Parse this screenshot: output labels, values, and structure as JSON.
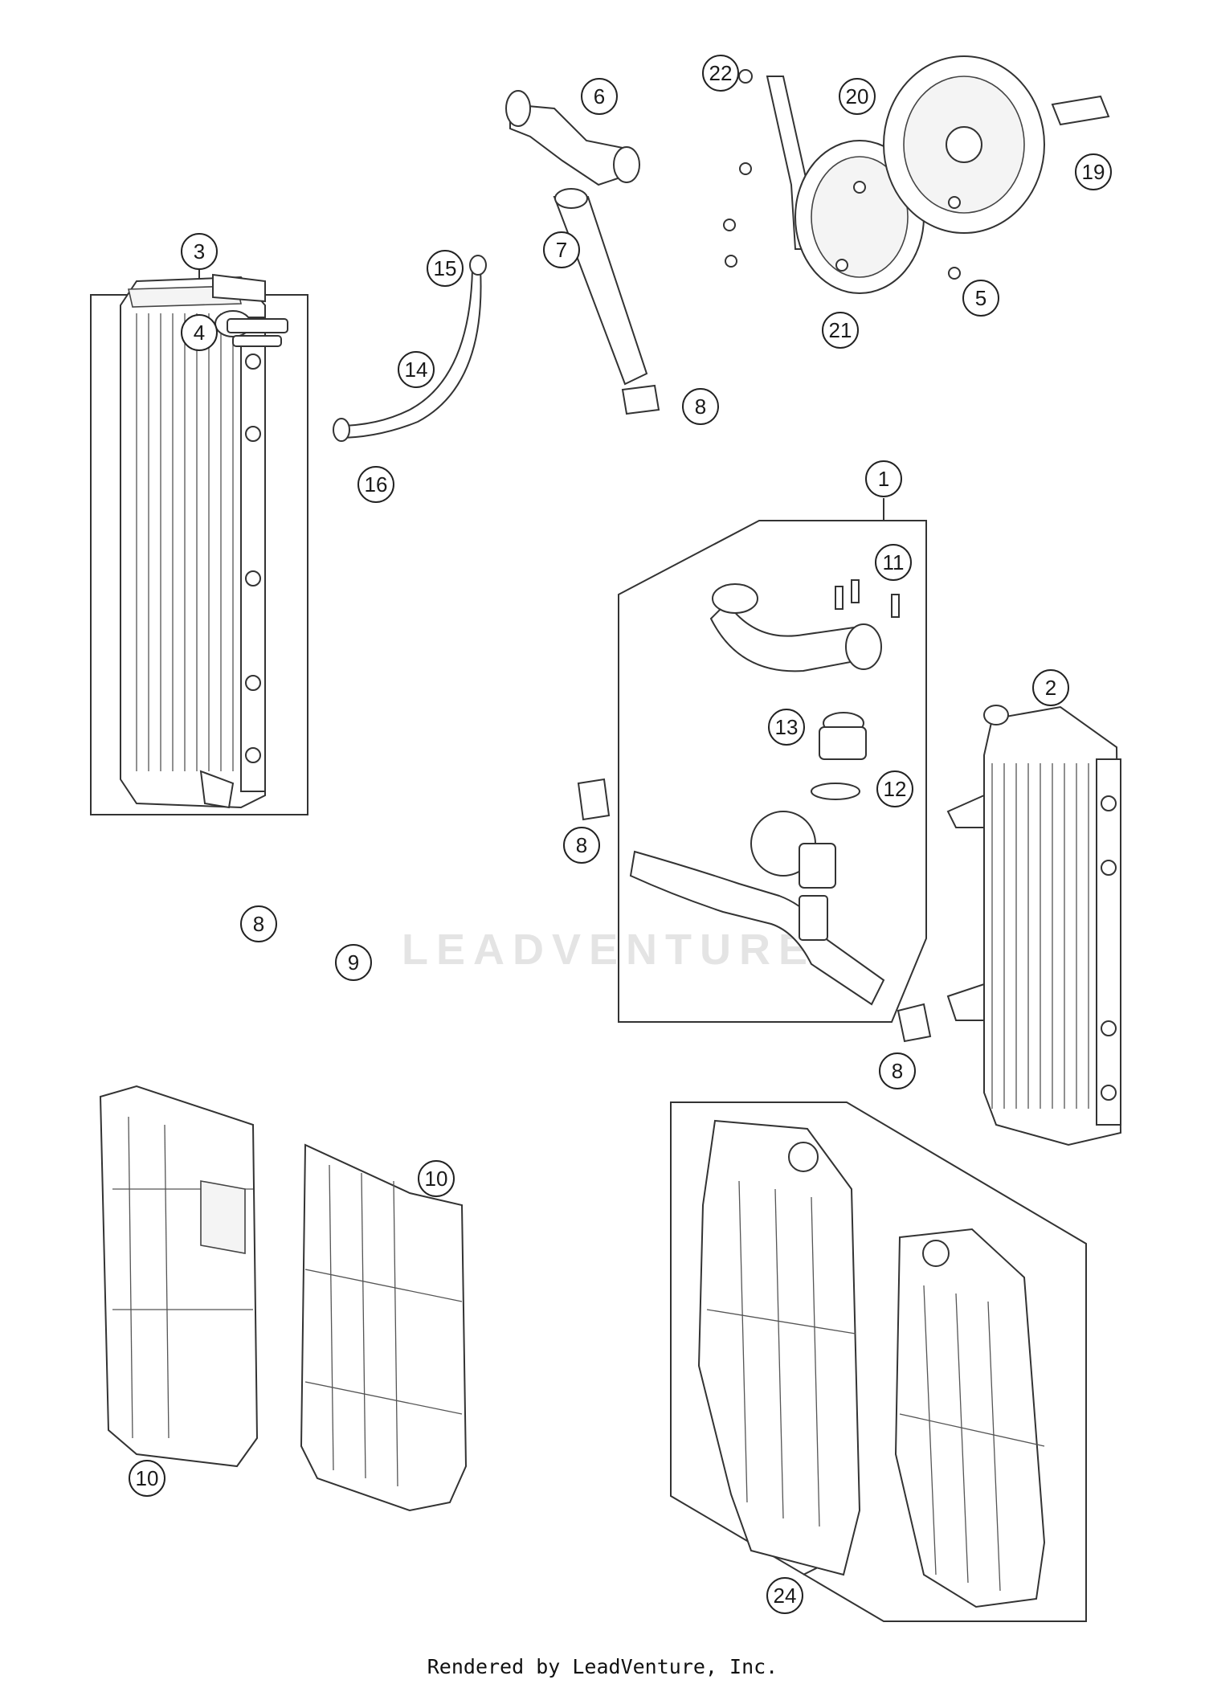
{
  "watermark": "LEADVENTURE",
  "footer": "Rendered by LeadVenture, Inc.",
  "callouts": [
    {
      "id": "c1",
      "label": "1"
    },
    {
      "id": "c2",
      "label": "2"
    },
    {
      "id": "c3",
      "label": "3"
    },
    {
      "id": "c4",
      "label": "4"
    },
    {
      "id": "c5",
      "label": "5"
    },
    {
      "id": "c6",
      "label": "6"
    },
    {
      "id": "c7",
      "label": "7"
    },
    {
      "id": "c8a",
      "label": "8"
    },
    {
      "id": "c8b",
      "label": "8"
    },
    {
      "id": "c8c",
      "label": "8"
    },
    {
      "id": "c8d",
      "label": "8"
    },
    {
      "id": "c9",
      "label": "9"
    },
    {
      "id": "c10a",
      "label": "10"
    },
    {
      "id": "c10b",
      "label": "10"
    },
    {
      "id": "c11",
      "label": "11"
    },
    {
      "id": "c12",
      "label": "12"
    },
    {
      "id": "c13",
      "label": "13"
    },
    {
      "id": "c14",
      "label": "14"
    },
    {
      "id": "c15",
      "label": "15"
    },
    {
      "id": "c16",
      "label": "16"
    },
    {
      "id": "c19",
      "label": "19"
    },
    {
      "id": "c20",
      "label": "20"
    },
    {
      "id": "c21",
      "label": "21"
    },
    {
      "id": "c22",
      "label": "22"
    },
    {
      "id": "c24",
      "label": "24"
    }
  ]
}
